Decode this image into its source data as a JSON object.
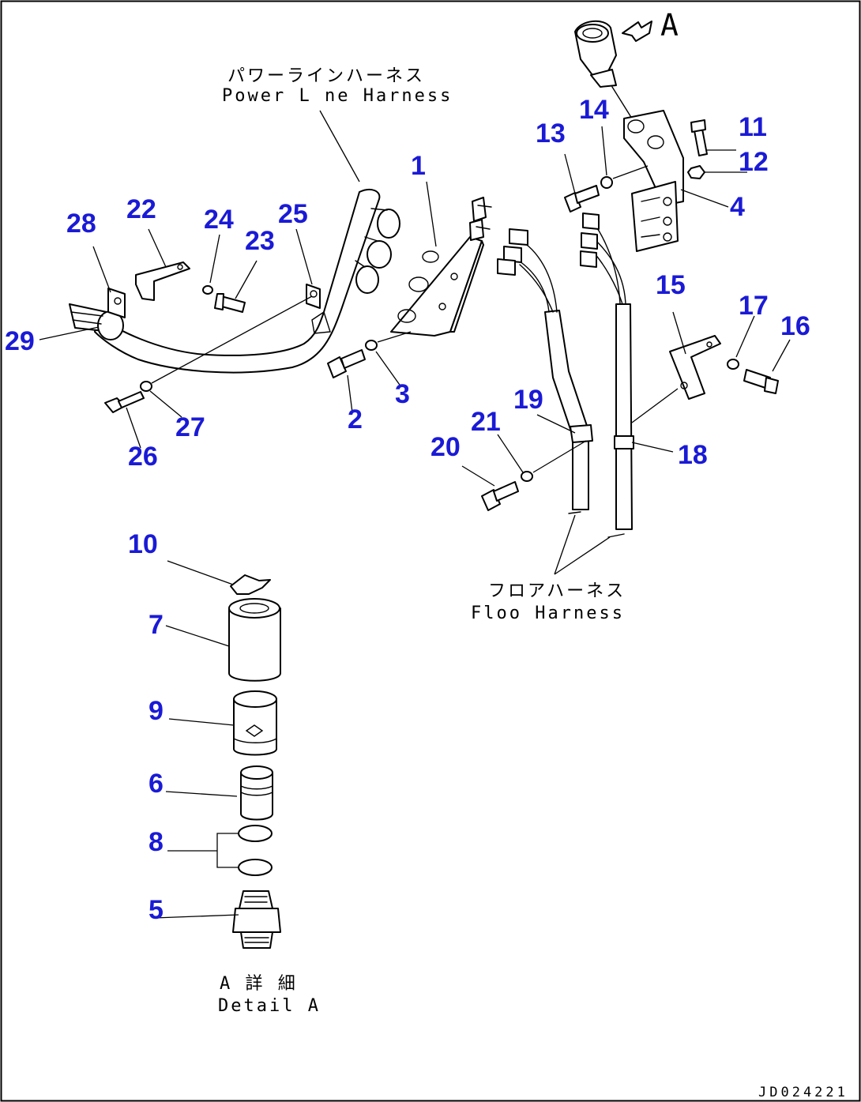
{
  "labels": {
    "power_line_jp": "パワーラインハーネス",
    "power_line_en": "Power L ne Harness",
    "floor_jp": "フロアハーネス",
    "floor_en": "Floo  Harness",
    "detail_jp": "A 詳 細",
    "detail_en": "Detail A",
    "view_letter": "A",
    "drawing_number": "JD024221"
  },
  "callouts": {
    "c1": "1",
    "c2": "2",
    "c3": "3",
    "c4": "4",
    "c5": "5",
    "c6": "6",
    "c7": "7",
    "c8": "8",
    "c9": "9",
    "c10": "10",
    "c11": "11",
    "c12": "12",
    "c13": "13",
    "c14": "14",
    "c15": "15",
    "c16": "16",
    "c17": "17",
    "c18": "18",
    "c19": "19",
    "c20": "20",
    "c21": "21",
    "c22": "22",
    "c23": "23",
    "c24": "24",
    "c25": "25",
    "c26": "26",
    "c27": "27",
    "c28": "28",
    "c29": "29"
  },
  "colors": {
    "callout": "#1a1ad6",
    "line": "#000000",
    "background": "#ffffff"
  }
}
